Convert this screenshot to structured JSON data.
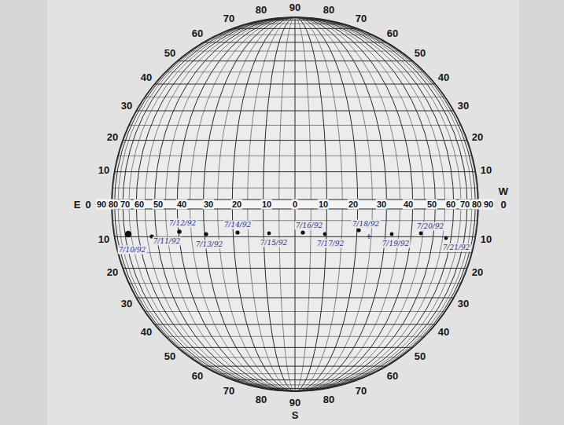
{
  "diagram": {
    "labels": [
      "80",
      "90",
      "80",
      "70",
      "70",
      "60",
      "60",
      "50",
      "50",
      "40",
      "40",
      "30",
      "30",
      "20",
      "20",
      "10",
      "10",
      "E",
      "0",
      "90",
      "80",
      "70",
      "60",
      "50",
      "40",
      "30",
      "20",
      "10",
      "0",
      "10",
      "20",
      "30",
      "40",
      "50",
      "60",
      "70",
      "80",
      "90",
      "W",
      "0",
      "10",
      "10",
      "20",
      "20",
      "30",
      "30",
      "40",
      "40",
      "50",
      "50",
      "60",
      "60",
      "70",
      "70",
      "80",
      "90",
      "80",
      "S",
      "7/10/92",
      "7/11/92",
      "7/12/92",
      "7/13/92",
      "7/14/92",
      "7/15/92",
      "7/16/92",
      "7/17/92",
      "7/18/92",
      "7/19/92",
      "7/20/92",
      "7/21/92"
    ]
  }
}
